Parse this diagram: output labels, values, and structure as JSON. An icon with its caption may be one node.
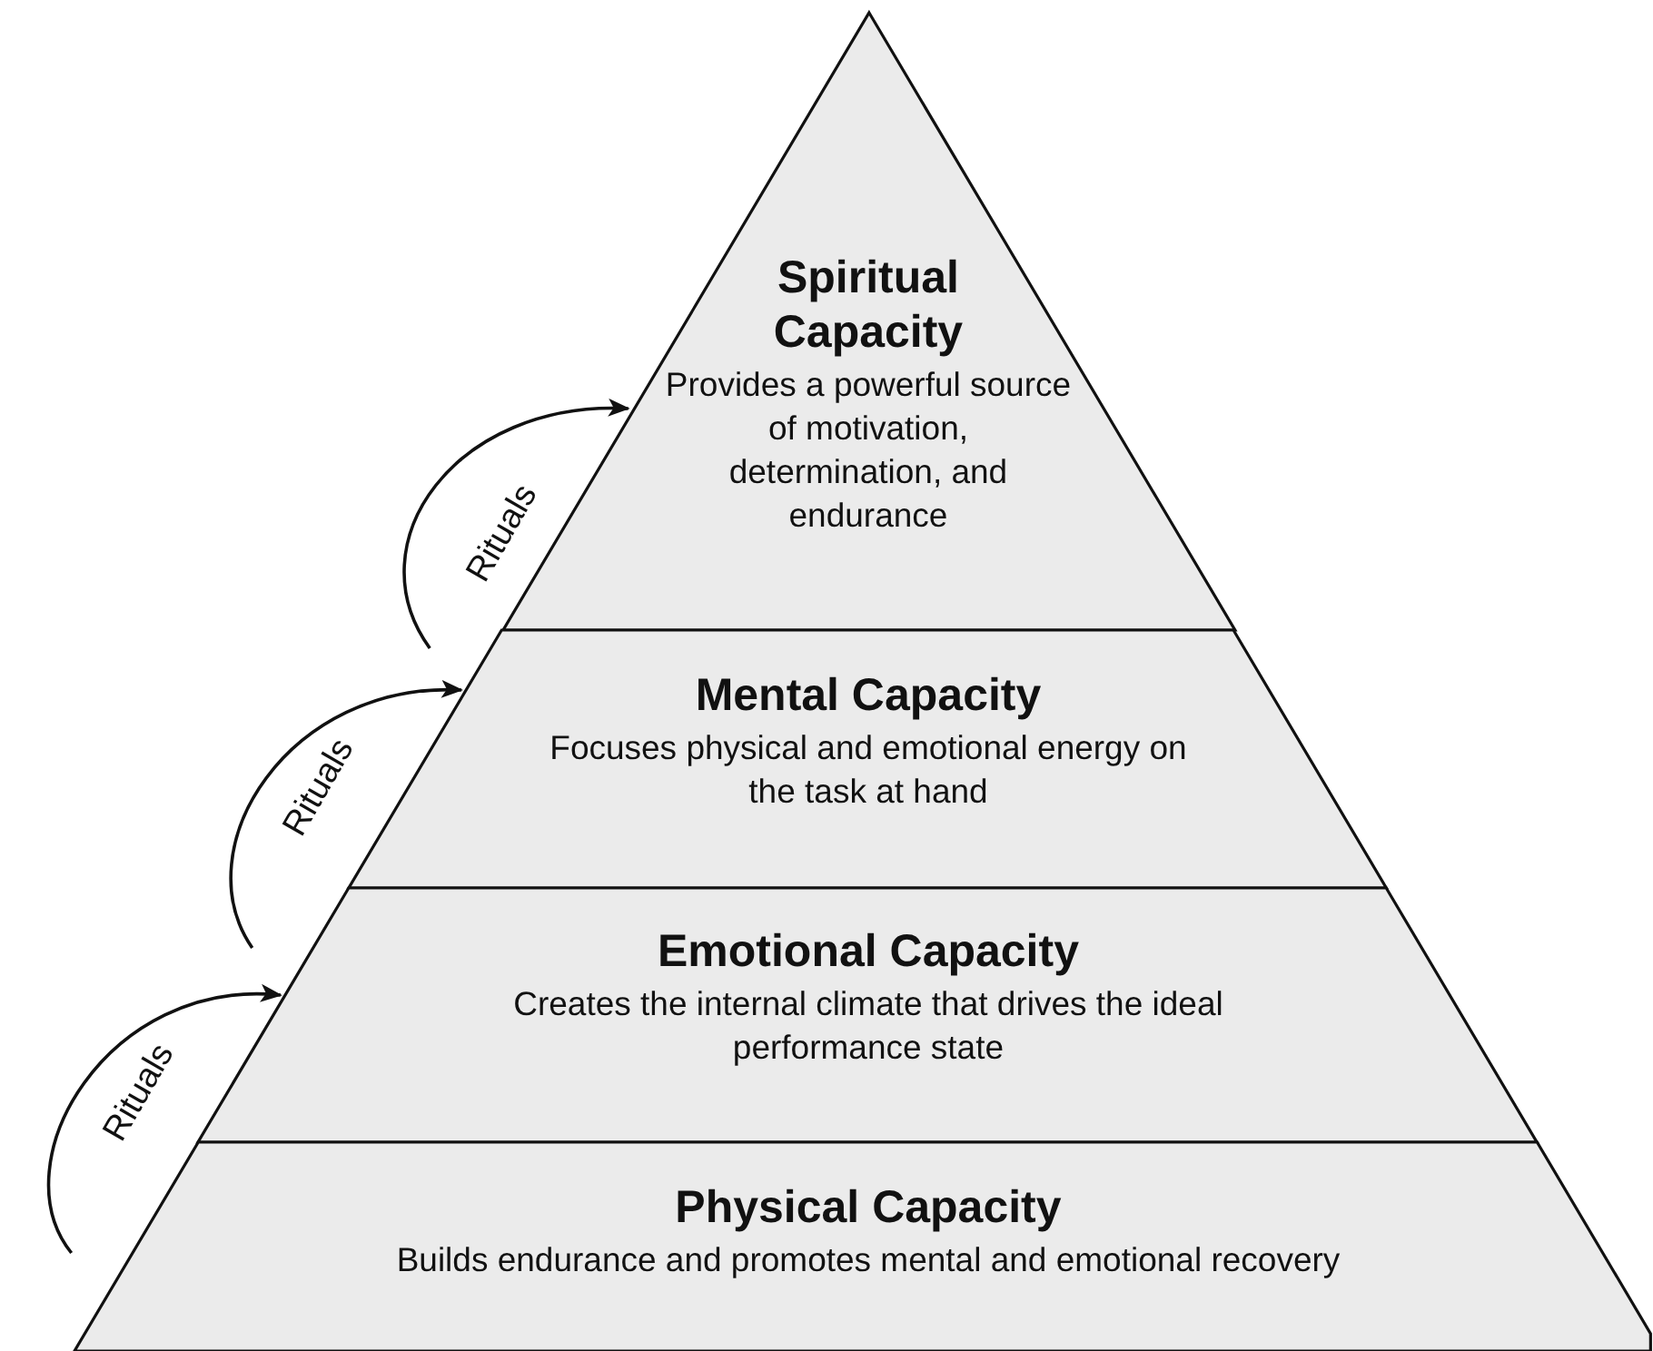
{
  "diagram": {
    "nodes": [
      {
        "text": [
          "Spiritual Capacity",
          "Provides a powerful source of motivation, determination, and endurance"
        ]
      },
      {
        "text": [
          "Mental Capacity",
          "Focuses physical and emotional energy on the task at hand"
        ]
      },
      {
        "text": [
          "Emotional Capacity",
          "Creates the internal climate that drives the ideal performance state"
        ]
      },
      {
        "text": [
          "Physical Capacity",
          "Builds endurance and promotes mental and emotional recovery"
        ]
      }
    ],
    "edges": [
      {
        "from": 3,
        "to": 2,
        "label": "Rituals",
        "arrow": "to"
      },
      {
        "from": 2,
        "to": 1,
        "label": "Rituals",
        "arrow": "to"
      },
      {
        "from": 1,
        "to": 0,
        "label": "Rituals",
        "arrow": "to"
      }
    ]
  }
}
